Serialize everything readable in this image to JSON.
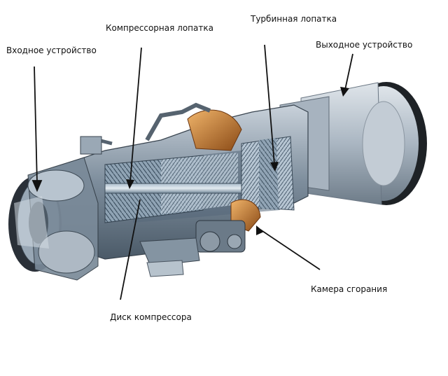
{
  "labels": {
    "inlet": "Входное устройство",
    "compressor_blade": "Компрессорная лопатка",
    "turbine_blade": "Турбинная лопатка",
    "exhaust": "Выходное устройство",
    "combustion_chamber": "Камера сгорания",
    "compressor_disk": "Диск компрессора"
  },
  "colors": {
    "casing": "#9ba9b8",
    "shaft": "#5d7285",
    "combustor": "#c9803a",
    "exhaust": "#b9c4ce",
    "arrow": "#111111"
  }
}
